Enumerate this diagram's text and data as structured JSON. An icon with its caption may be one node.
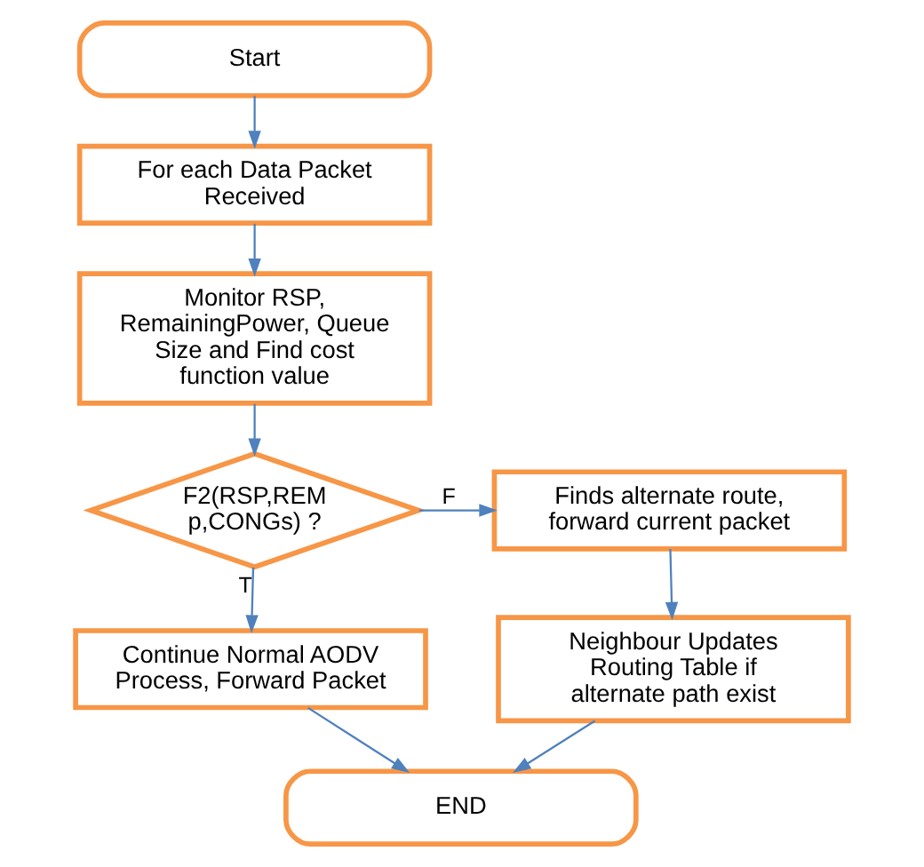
{
  "diagram": {
    "nodes": [
      {
        "text": [
          "Start"
        ]
      },
      {
        "text": [
          "For each Data Packet Received"
        ]
      },
      {
        "text": [
          "Monitor RSP, RemainingPower, Queue Size and Find cost function value"
        ]
      },
      {
        "text": [
          "F2(RSP,REM p,CONGs) ?"
        ]
      },
      {
        "text": [
          "Finds alternate route, forward current packet"
        ]
      },
      {
        "text": [
          "Neighbour Updates Routing Table if alternate path exist"
        ]
      },
      {
        "text": [
          "Continue Normal AODV Process, Forward Packet"
        ]
      },
      {
        "text": [
          "END"
        ]
      }
    ],
    "edges": [
      {
        "from": 0,
        "to": 1,
        "arrow": "to"
      },
      {
        "from": 1,
        "to": 2,
        "arrow": "to"
      },
      {
        "from": 2,
        "to": 3,
        "arrow": "to"
      },
      {
        "from": 3,
        "to": 4,
        "arrow": "to",
        "label": "F"
      },
      {
        "from": 3,
        "to": 6,
        "arrow": "to",
        "label": "T"
      },
      {
        "from": 4,
        "to": 5,
        "arrow": "to"
      },
      {
        "from": 6,
        "to": 7,
        "arrow": "to"
      },
      {
        "from": 5,
        "to": 7,
        "arrow": "to"
      }
    ]
  }
}
